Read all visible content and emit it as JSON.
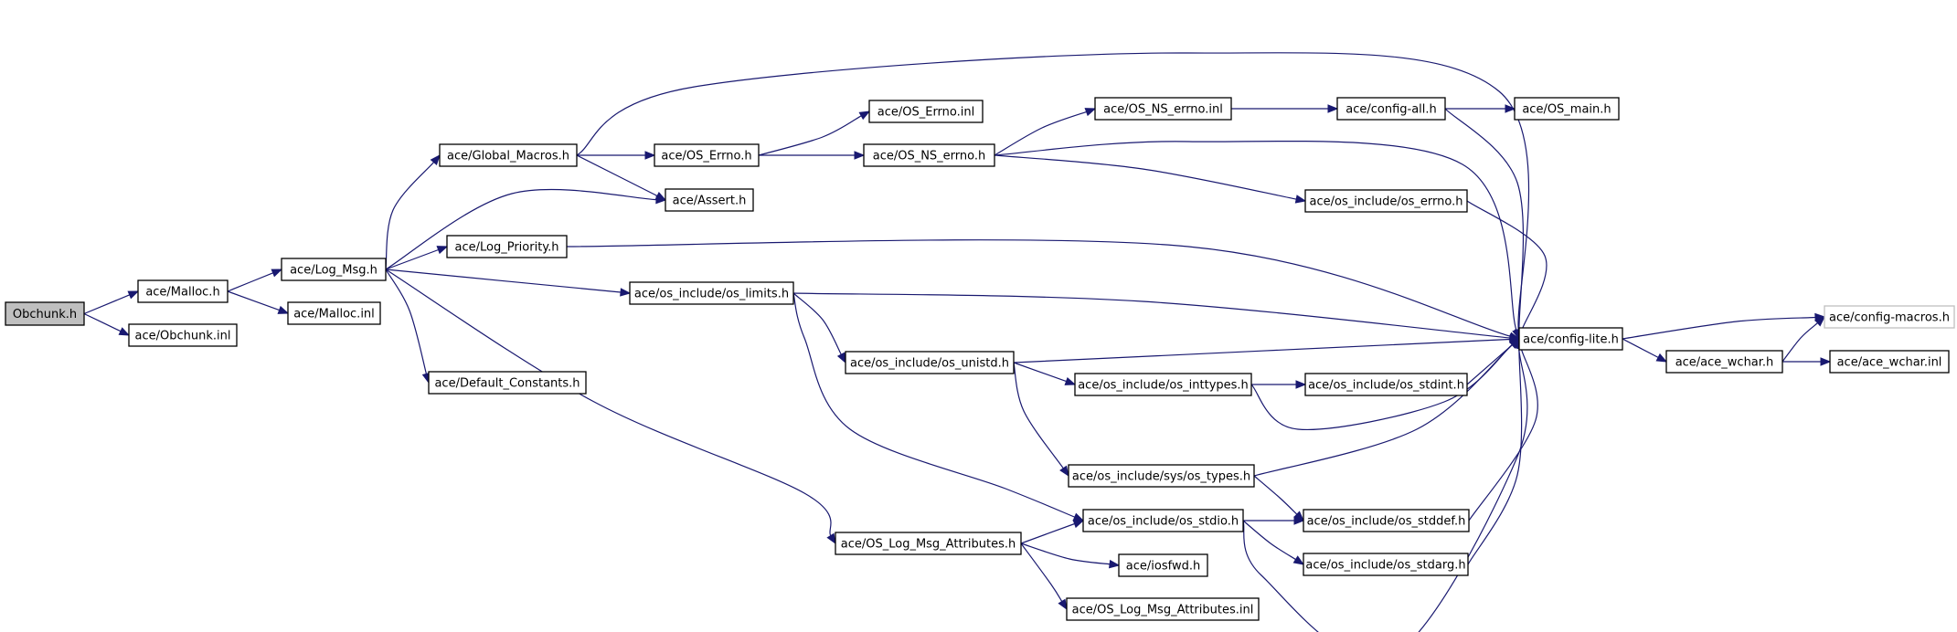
{
  "diagram": {
    "edge_color": "#191970",
    "root_fill": "#bfbfbf",
    "nodes": [
      {
        "id": "obchunk_h",
        "label": "Obchunk.h",
        "style": "root"
      },
      {
        "id": "malloc_h",
        "label": "ace/Malloc.h"
      },
      {
        "id": "obchunk_inl",
        "label": "ace/Obchunk.inl"
      },
      {
        "id": "log_msg_h",
        "label": "ace/Log_Msg.h"
      },
      {
        "id": "malloc_inl",
        "label": "ace/Malloc.inl"
      },
      {
        "id": "global_macros_h",
        "label": "ace/Global_Macros.h"
      },
      {
        "id": "log_priority_h",
        "label": "ace/Log_Priority.h"
      },
      {
        "id": "default_constants_h",
        "label": "ace/Default_Constants.h"
      },
      {
        "id": "os_errno_h",
        "label": "ace/OS_Errno.h"
      },
      {
        "id": "assert_h",
        "label": "ace/Assert.h"
      },
      {
        "id": "os_errno_inl",
        "label": "ace/OS_Errno.inl"
      },
      {
        "id": "os_ns_errno_h",
        "label": "ace/OS_NS_errno.h"
      },
      {
        "id": "os_ns_errno_inl",
        "label": "ace/OS_NS_errno.inl"
      },
      {
        "id": "config_all_h",
        "label": "ace/config-all.h"
      },
      {
        "id": "os_main_h",
        "label": "ace/OS_main.h"
      },
      {
        "id": "os_include_os_errno_h",
        "label": "ace/os_include/os_errno.h"
      },
      {
        "id": "os_include_os_limits_h",
        "label": "ace/os_include/os_limits.h"
      },
      {
        "id": "config_lite_h",
        "label": "ace/config-lite.h"
      },
      {
        "id": "os_include_os_unistd_h",
        "label": "ace/os_include/os_unistd.h"
      },
      {
        "id": "os_include_os_inttypes_h",
        "label": "ace/os_include/os_inttypes.h"
      },
      {
        "id": "os_include_os_stdint_h",
        "label": "ace/os_include/os_stdint.h"
      },
      {
        "id": "os_include_sys_os_types_h",
        "label": "ace/os_include/sys/os_types.h"
      },
      {
        "id": "os_include_os_stdio_h",
        "label": "ace/os_include/os_stdio.h"
      },
      {
        "id": "os_include_os_stddef_h",
        "label": "ace/os_include/os_stddef.h"
      },
      {
        "id": "os_include_os_stdarg_h",
        "label": "ace/os_include/os_stdarg.h"
      },
      {
        "id": "os_log_msg_attributes_h",
        "label": "ace/OS_Log_Msg_Attributes.h"
      },
      {
        "id": "iosfwd_h",
        "label": "ace/iosfwd.h"
      },
      {
        "id": "os_log_msg_attributes_inl",
        "label": "ace/OS_Log_Msg_Attributes.inl"
      },
      {
        "id": "ace_wchar_h",
        "label": "ace/ace_wchar.h"
      },
      {
        "id": "config_macros_h",
        "label": "ace/config-macros.h",
        "style": "ghost"
      },
      {
        "id": "ace_wchar_inl",
        "label": "ace/ace_wchar.inl"
      }
    ],
    "edges": [
      [
        "obchunk_h",
        "malloc_h"
      ],
      [
        "obchunk_h",
        "obchunk_inl"
      ],
      [
        "malloc_h",
        "log_msg_h"
      ],
      [
        "malloc_h",
        "malloc_inl"
      ],
      [
        "log_msg_h",
        "global_macros_h"
      ],
      [
        "log_msg_h",
        "assert_h"
      ],
      [
        "log_msg_h",
        "log_priority_h"
      ],
      [
        "log_msg_h",
        "os_include_os_limits_h"
      ],
      [
        "log_msg_h",
        "default_constants_h"
      ],
      [
        "log_msg_h",
        "os_log_msg_attributes_h"
      ],
      [
        "global_macros_h",
        "os_errno_h"
      ],
      [
        "global_macros_h",
        "assert_h"
      ],
      [
        "global_macros_h",
        "config_lite_h"
      ],
      [
        "os_errno_h",
        "os_errno_inl"
      ],
      [
        "os_errno_h",
        "os_ns_errno_h"
      ],
      [
        "os_ns_errno_h",
        "os_ns_errno_inl"
      ],
      [
        "os_ns_errno_h",
        "os_include_os_errno_h"
      ],
      [
        "os_ns_errno_h",
        "config_lite_h"
      ],
      [
        "os_ns_errno_inl",
        "config_all_h"
      ],
      [
        "config_all_h",
        "os_main_h"
      ],
      [
        "config_all_h",
        "config_lite_h"
      ],
      [
        "os_include_os_errno_h",
        "config_lite_h"
      ],
      [
        "log_priority_h",
        "config_lite_h"
      ],
      [
        "os_include_os_limits_h",
        "config_lite_h"
      ],
      [
        "os_include_os_limits_h",
        "os_include_os_unistd_h"
      ],
      [
        "os_include_os_limits_h",
        "os_include_os_stdio_h"
      ],
      [
        "os_include_os_unistd_h",
        "config_lite_h"
      ],
      [
        "os_include_os_unistd_h",
        "os_include_os_inttypes_h"
      ],
      [
        "os_include_os_unistd_h",
        "os_include_sys_os_types_h"
      ],
      [
        "os_include_os_inttypes_h",
        "os_include_os_stdint_h"
      ],
      [
        "os_include_os_inttypes_h",
        "config_lite_h"
      ],
      [
        "os_include_os_stdint_h",
        "config_lite_h"
      ],
      [
        "os_include_sys_os_types_h",
        "config_lite_h"
      ],
      [
        "os_include_sys_os_types_h",
        "os_include_os_stddef_h"
      ],
      [
        "os_include_os_stdio_h",
        "os_include_os_stddef_h"
      ],
      [
        "os_include_os_stdio_h",
        "os_include_os_stdarg_h"
      ],
      [
        "os_include_os_stdio_h",
        "config_lite_h"
      ],
      [
        "os_include_os_stddef_h",
        "config_lite_h"
      ],
      [
        "os_include_os_stdarg_h",
        "config_lite_h"
      ],
      [
        "os_log_msg_attributes_h",
        "os_include_os_stdio_h"
      ],
      [
        "os_log_msg_attributes_h",
        "iosfwd_h"
      ],
      [
        "os_log_msg_attributes_h",
        "os_log_msg_attributes_inl"
      ],
      [
        "config_lite_h",
        "config_macros_h"
      ],
      [
        "config_lite_h",
        "ace_wchar_h"
      ],
      [
        "ace_wchar_h",
        "config_macros_h"
      ],
      [
        "ace_wchar_h",
        "ace_wchar_inl"
      ]
    ]
  }
}
